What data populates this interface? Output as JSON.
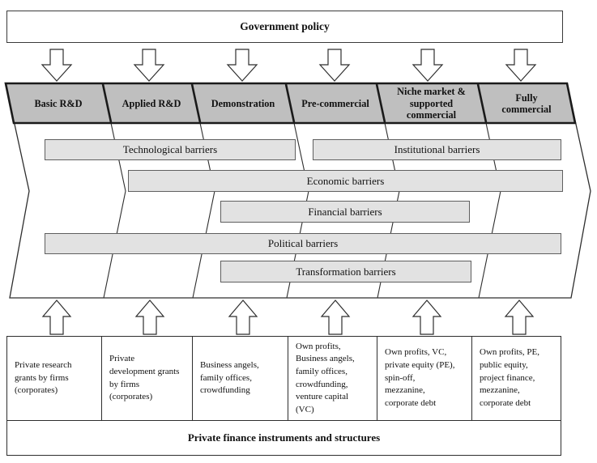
{
  "header": {
    "title": "Government policy"
  },
  "stages": [
    {
      "label": "Basic R&D"
    },
    {
      "label": "Applied R&D"
    },
    {
      "label": "Demonstration"
    },
    {
      "label": "Pre-commercial"
    },
    {
      "label": "Niche market &\nsupported\ncommercial"
    },
    {
      "label": "Fully\ncommercial"
    }
  ],
  "barriers": [
    {
      "label": "Technological barriers"
    },
    {
      "label": "Institutional barriers"
    },
    {
      "label": "Economic barriers"
    },
    {
      "label": "Financial barriers"
    },
    {
      "label": "Political barriers"
    },
    {
      "label": "Transformation barriers"
    }
  ],
  "finance": {
    "boxes": [
      {
        "text": "Private research\ngrants by firms\n(corporates)"
      },
      {
        "text": "Private\ndevelopment grants\nby firms\n(corporates)"
      },
      {
        "text": "Business angels,\nfamily offices,\ncrowdfunding"
      },
      {
        "text": "Own profits,\nBusiness angels,\nfamily offices,\ncrowdfunding,\nventure capital\n(VC)"
      },
      {
        "text": "Own profits, VC,\nprivate equity (PE),\nspin-off,\nmezzanine,\ncorporate debt"
      },
      {
        "text": "Own profits, PE,\npublic equity,\nproject finance,\nmezzanine,\ncorporate debt"
      }
    ],
    "footer": "Private finance instruments and structures"
  },
  "colors": {
    "stage_band": "#bfbfbf",
    "barrier_fill": "#e2e2e2",
    "barrier_border": "#5f5f5f",
    "line": "#2e2e2e"
  }
}
